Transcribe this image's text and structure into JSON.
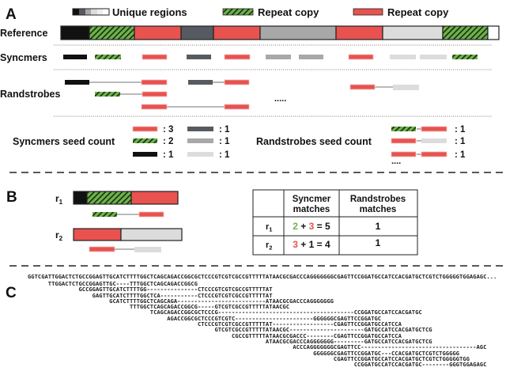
{
  "panel_a": {
    "letter": "A",
    "legend": {
      "unique": "Unique regions",
      "repeat_green": "Repeat copy",
      "repeat_red": "Repeat copy"
    },
    "reference_label": "Reference",
    "syncmers_label": "Syncmers",
    "randstrobes_label": "Randstrobes",
    "ellipsis": ".....",
    "syncmer_seed_count": {
      "label": "Syncmers seed count",
      "counts": [
        ": 3",
        ": 1",
        ": 2",
        ": 1",
        ": 1",
        ": 1"
      ]
    },
    "randstrobe_seed_count": {
      "label": "Randstrobes seed count",
      "counts": [
        ": 1",
        ": 1",
        ": 1"
      ],
      "ellipsis": "...."
    }
  },
  "panel_b": {
    "letter": "B",
    "reads": [
      {
        "base": "r",
        "sub": "1"
      },
      {
        "base": "r",
        "sub": "2"
      }
    ],
    "table": {
      "headers": [
        [
          "Syncmer",
          "matches"
        ],
        [
          "Randstrobes",
          "matches"
        ]
      ],
      "rows": [
        {
          "read": {
            "base": "r",
            "sub": "1"
          },
          "syncmer": {
            "a": "2",
            "op1": " + ",
            "b": "3",
            "op2": " = ",
            "total": "5"
          },
          "randstrobes": "1"
        },
        {
          "read": {
            "base": "r",
            "sub": "2"
          },
          "syncmer": {
            "a": "3",
            "op1": " + ",
            "b": "1",
            "op2": " = ",
            "total": "4"
          },
          "randstrobes": "1"
        }
      ]
    }
  },
  "panel_c": {
    "letter": "C",
    "reference": "GGTCGATTGGACTCTGCCGGAGTTGCATCTTTTGGCTCAGCAGACCGGCGCTCCCGTCGTCGCCGTTTTTATAACGCGACCCAGGGGGGGCGAGTTCCGGATGCCATCCACGATGCTCGTCTGGGGGTGGAGAGC...",
    "reads": [
      "      TTGGACTCTGCCGGAGTTGC----TTTGGCTCAGCAGACCGGCG",
      "               GCCGGAGTTGCATCTTTTGG---------------CTCCCGTCGTCGCCGTTTTTAT",
      "                   GAGTTGCATCTTTTGGCTCA-----------CTCCCGTCGTCGCCGTTTTTAT",
      "                        GCATCTTTTGGCTCAGCAGA--------------------------ATAACGCGACCCAGGGGGGG",
      "                              TTTGGCTCAGCAGACCGGCG-----GTCGTCGCCGTTTTTATAACGC",
      "                                    TCAGCAGACCGGCGCTCCCG----------------------------------------CCGGATGCCATCCACGATGC",
      "                                         AGACCGGCGCTCCCGTCGTC-----------------------GGGGGGCGAGTTCCGGATGC",
      "                                                  CTCCCGTCGTCGCCGTTTTTAT------------------CGAGTTCCGGATGCCATCCA",
      "                                                       GTCGTCGCCGTTTTTATAACGC----------------------GATGCCATCCACGATGCTCG",
      "                                                            CGCCGTTTTTATAACGCGACCC--------CGAGTTCCGGATGCCATCCA",
      "                                                                      ATAACGCGACCCAGGGGGGG---------GATGCCATCCACGATGCTCG",
      "                                                                              ACCCAGGGGGGGCGAGTTCC----------------------------------AGC",
      "                                                                                    GGGGGGCGAGTTCCGGATGC---CCACGATGCTCGTCTGGGGG",
      "                                                                                          CGAGTTCCGGATGCCATCCACGATGCTCGTCTGGGGGTGG",
      "                                                                                                CCGGATGCCATCCACGATGC--------GGGTGGAGAGC"
    ]
  },
  "colors": {
    "red": "#e8524f",
    "green": "#6cb34a",
    "dark_gray": "#565b61",
    "gray": "#a8a8a8",
    "light_gray": "#dcdcdc",
    "black": "#111111",
    "syncmer_a": "#6cb34a",
    "syncmer_b": "#e8524f"
  }
}
